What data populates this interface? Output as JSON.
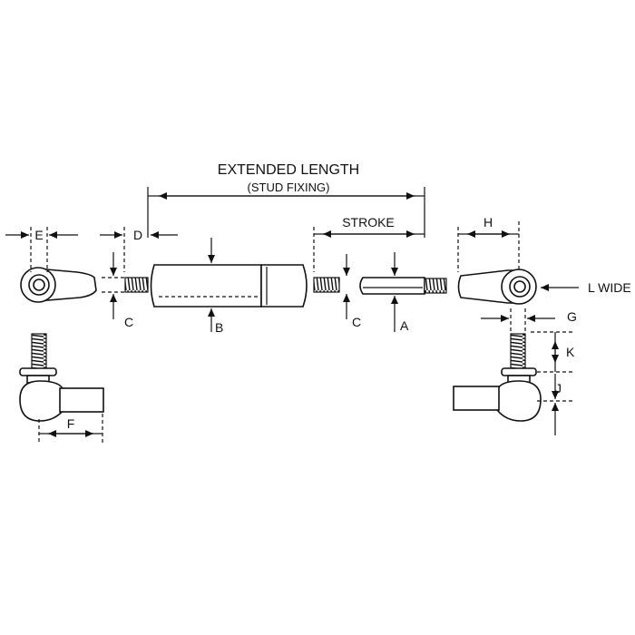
{
  "labels": {
    "extended_length": "EXTENDED LENGTH",
    "stud_fixing": "(STUD FIXING)",
    "stroke": "STROKE",
    "a": "A",
    "b": "B",
    "c_left": "C",
    "c_right": "C",
    "d": "D",
    "e": "E",
    "f": "F",
    "g": "G",
    "h": "H",
    "j": "J",
    "k": "K",
    "l_wide": "L WIDE"
  }
}
